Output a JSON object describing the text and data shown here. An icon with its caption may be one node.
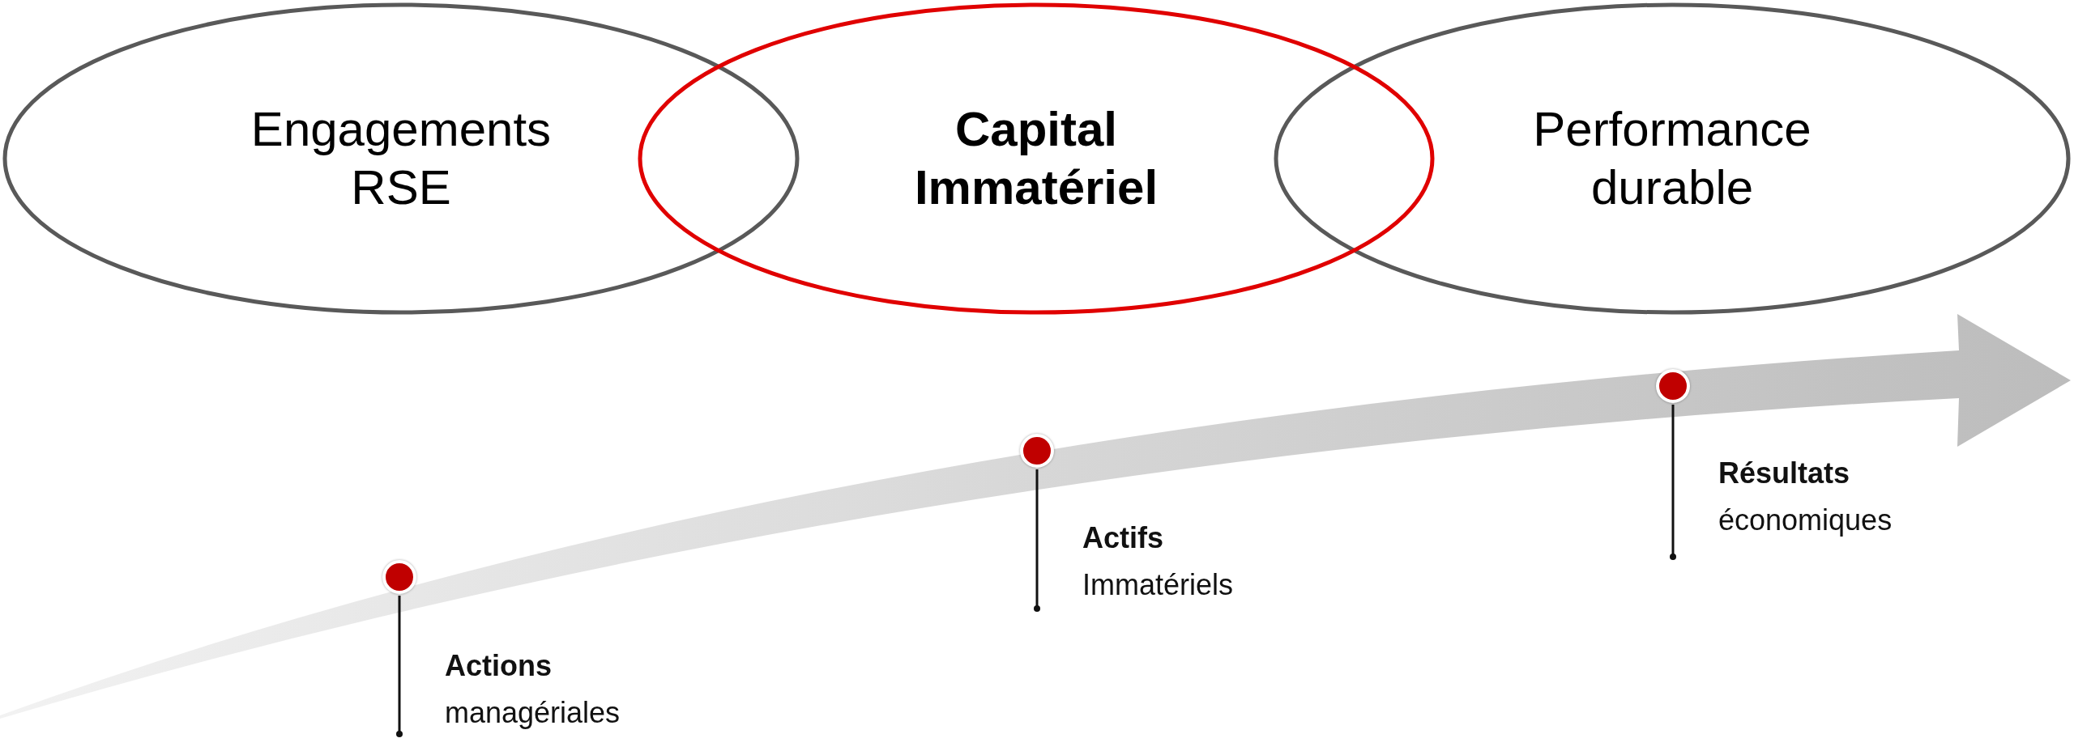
{
  "diagram": {
    "nodes": [
      {
        "text": [
          "Engagements RSE"
        ]
      },
      {
        "text": [
          "Capital Immatériel"
        ]
      },
      {
        "text": [
          "Performance durable"
        ]
      },
      {
        "text": [],
        "shape": "circle"
      },
      {
        "text": [
          "Actions",
          "managériales"
        ]
      },
      {
        "text": [],
        "shape": "circle"
      },
      {
        "text": [
          "Actifs",
          "Immatériels"
        ]
      },
      {
        "text": [],
        "shape": "circle"
      },
      {
        "text": [
          "Résultats",
          "économiques"
        ]
      }
    ],
    "edges": [
      {
        "from": 4,
        "to": 3,
        "arrow": "other"
      },
      {
        "from": 6,
        "to": 5,
        "arrow": "other"
      },
      {
        "from": 8,
        "to": 7,
        "arrow": "other"
      }
    ]
  }
}
